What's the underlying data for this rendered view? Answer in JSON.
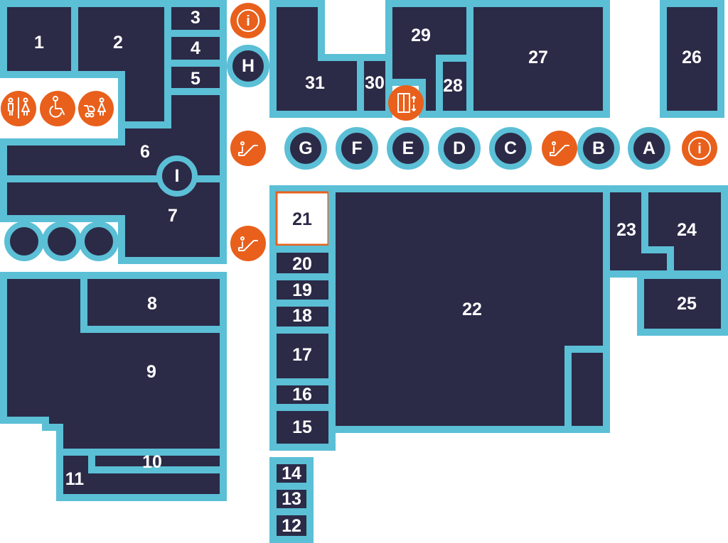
{
  "colors": {
    "room": "#2b2a47",
    "border": "#5bbfd6",
    "service": "#e8601c",
    "selected": "#ffffff"
  },
  "rooms": {
    "r1": "1",
    "r2": "2",
    "r3": "3",
    "r4": "4",
    "r5": "5",
    "r6": "6",
    "r7": "7",
    "r8": "8",
    "r9": "9",
    "r10": "10",
    "r11": "11",
    "r12": "12",
    "r13": "13",
    "r14": "14",
    "r15": "15",
    "r16": "16",
    "r17": "17",
    "r18": "18",
    "r19": "19",
    "r20": "20",
    "r21": "21",
    "r22": "22",
    "r23": "23",
    "r24": "24",
    "r25": "25",
    "r26": "26",
    "r27": "27",
    "r28": "28",
    "r29": "29",
    "r30": "30",
    "r31": "31"
  },
  "selected_room": "21",
  "gates": {
    "A": "A",
    "B": "B",
    "C": "C",
    "D": "D",
    "E": "E",
    "F": "F",
    "G": "G",
    "H": "H",
    "I": "I"
  },
  "services": {
    "info": "i",
    "icons": [
      "info-icon",
      "toilets-icon",
      "accessible-toilet-icon",
      "baby-change-icon",
      "escalator-icon",
      "elevator-icon"
    ]
  }
}
